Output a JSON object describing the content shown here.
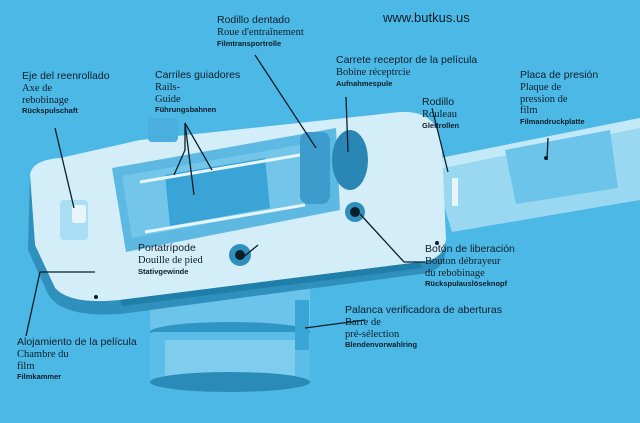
{
  "watermark": "www.butkus.us",
  "colors": {
    "background": "#4cb8e6",
    "body_light": "#d4eef9",
    "body_mid": "#8fd3f0",
    "shadow": "#1f7fa8",
    "lines": "#0d1e28"
  },
  "labels": {
    "sprocket": {
      "es": "Rodillo dentado",
      "fr": "Roue d'entraînement",
      "de": "Filmtransportrolle"
    },
    "takeup": {
      "es": "Carrete receptor de la película",
      "fr": "Bobine réceptrcie",
      "de": "Aufnahmespule"
    },
    "rewind": {
      "es": "Eje del reenrollado",
      "fr": "Axe de\nrebobinage",
      "de": "Rückspulschaft"
    },
    "rails": {
      "es": "Carriles guiadores",
      "fr": "Rails-\nGuide",
      "de": "Führungsbahnen"
    },
    "pressure": {
      "es": "Placa de presión",
      "fr": "Plaque de\npression de\nfilm",
      "de": "Filmandruckplatte"
    },
    "roller": {
      "es": "Rodillo",
      "fr": "Rouleau",
      "de": "Gleitrollen"
    },
    "tripod": {
      "es": "Portatrípode",
      "fr": "Douille de pied",
      "de": "Stativgewinde"
    },
    "release": {
      "es": "Botón de liberación",
      "fr": "Bouton débrayeur\ndu rebobinage",
      "de": "Rückspulauslöseknopf"
    },
    "aperture": {
      "es": "Palanca verificadora de aberturas",
      "fr": "Barre de\npré-sélection",
      "de": "Blendenvorwahlring"
    },
    "chamber": {
      "es": "Alojamiento de la película",
      "fr": "Chambre du\nfilm",
      "de": "Filmkammer"
    }
  }
}
